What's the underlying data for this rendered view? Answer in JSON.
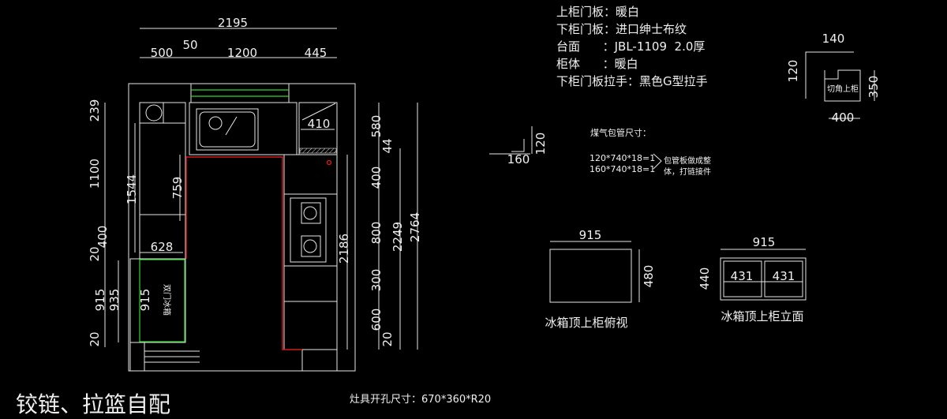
{
  "specs": {
    "upper_door": "上柜门板：暖白",
    "lower_door": "下柜门板：进口绅士布纹",
    "countertop": "台面      ：JBL-1109  2.0厚",
    "carcass": "柜体      ：暖白",
    "handle": "下柜门板拉手：黑色G型拉手"
  },
  "gas_pipe": {
    "title": "煤气包管尺寸：",
    "line1": "120*740*18=1",
    "line2": "160*740*18=1",
    "note1": "包管板做成整",
    "note2": "体，打链接件",
    "dim_a": "120",
    "dim_b": "160"
  },
  "corner_cabinet": {
    "label": "切角上柜",
    "w_top": "140",
    "h_cut": "120",
    "h": "350",
    "w": "400"
  },
  "fridge_top_plan": {
    "caption": "冰箱顶上柜俯视",
    "width": "915",
    "depth": "480"
  },
  "fridge_top_elev": {
    "caption": "冰箱顶上柜立面",
    "width": "915",
    "height": "440",
    "left": "431",
    "right": "431"
  },
  "plan": {
    "fridge_label": "双门冰箱",
    "top_dims": {
      "total": "2195",
      "a": "500",
      "b": "50",
      "c": "1200",
      "d": "445"
    },
    "left_dims": [
      "239",
      "1100",
      "400",
      "20",
      "915",
      "20"
    ],
    "left_extra": {
      "d935": "935",
      "d1544": "1544",
      "d759": "759",
      "d628": "628",
      "d915": "915"
    },
    "right_dims": [
      "580",
      "44",
      "400",
      "800",
      "300",
      "600",
      "20"
    ],
    "right_extra": {
      "d410": "410",
      "d2186": "2186",
      "d2249": "2249",
      "d2764": "2764"
    }
  },
  "footer": {
    "note": "铰链、拉篮自配",
    "cutout": "灶具开孔尺寸：670*360*R20"
  }
}
